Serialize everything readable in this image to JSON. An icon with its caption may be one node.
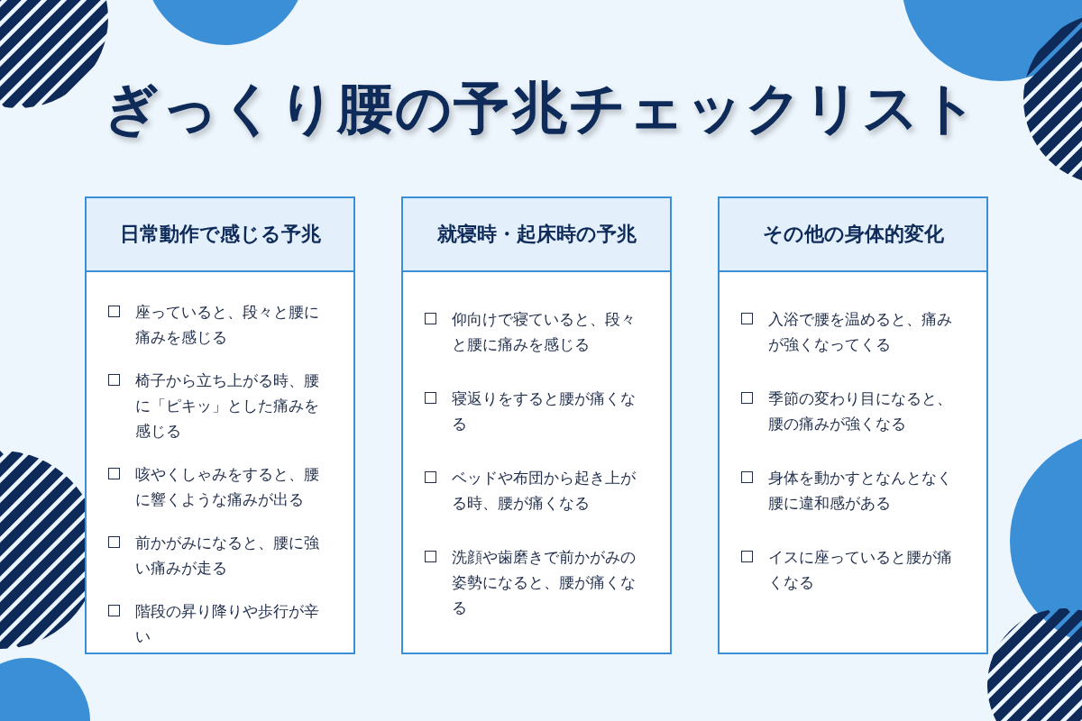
{
  "diagram": {
    "title": "ぎっくり腰の予兆チェックリスト",
    "nodes": [
      {
        "text": [
          "日常動作で感じる予兆",
          "座っていると、段々と腰に痛みを感じる",
          "椅子から立ち上がる時、腰に「ピキッ」とした痛みを感じる",
          "咳やくしゃみをすると、腰に響くような痛みが出る",
          "前かがみになると、腰に強い痛みが走る",
          "階段の昇り降りや歩行が辛い"
        ]
      },
      {
        "text": [
          "就寝時・起床時の予兆",
          "仰向けで寝ていると、段々と腰に痛みを感じる",
          "寝返りをすると腰が痛くなる",
          "ベッドや布団から起き上がる時、腰が痛くなる",
          "洗顔や歯磨きで前かがみの姿勢になると、腰が痛くなる"
        ]
      },
      {
        "text": [
          "その他の身体的変化",
          "入浴で腰を温めると、痛みが強くなってくる",
          "季節の変わり目になると、腰の痛みが強くなる",
          "身体を動かすとなんとなく腰に違和感がある",
          "イスに座っていると腰が痛くなる"
        ]
      }
    ]
  }
}
